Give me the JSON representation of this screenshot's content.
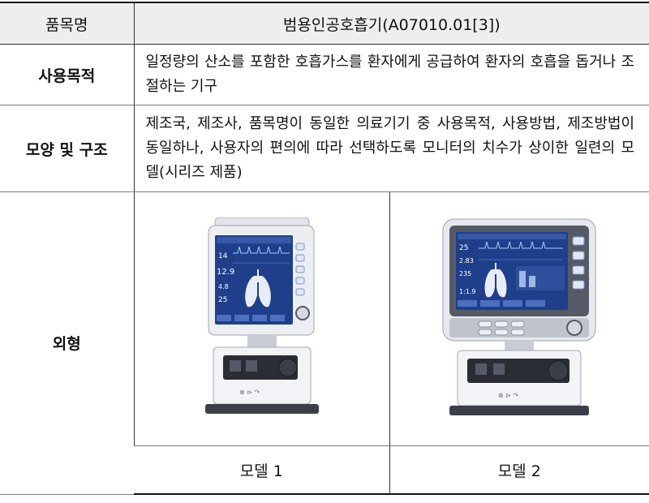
{
  "header": {
    "item_label": "품목명",
    "item_value": "범용인공호흡기(A07010.01[3])"
  },
  "purpose": {
    "label": "사용목적",
    "text": "일정량의 산소를 포함한 호흡가스를 환자에게 공급하여 환자의 호흡을 돕거나 조절하는 기구"
  },
  "structure": {
    "label": "모양 및 구조",
    "text": "제조국, 제조사, 품목명이 동일한 의료기기 중 사용목적, 사용방법, 제조방법이 동일하나, 사용자의 편의에 따라 선택하도록 모니터의 치수가 상이한 일련의 모델(시리즈 제품)"
  },
  "appearance": {
    "label": "외형",
    "models": [
      {
        "caption": "모델 1"
      },
      {
        "caption": "모델 2"
      }
    ]
  },
  "colors": {
    "header_bg": "#eeeeee",
    "screen_bg": "#1f3f8a",
    "device_body": "#eceef2",
    "bezel": "#555a66",
    "panel": "#bfc3cc"
  }
}
